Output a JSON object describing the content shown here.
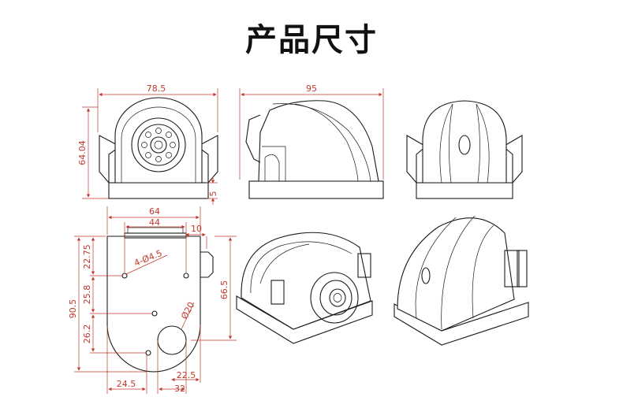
{
  "title": "产品尺寸",
  "colors": {
    "outline": "#1a1a1a",
    "dimension": "#c0392b"
  },
  "dimensions": {
    "front_width": "78.5",
    "front_height": "64.04",
    "side_width": "95",
    "base_height": "5",
    "bottom_width": "64",
    "hole_span": "44",
    "notch": "10",
    "holes": "4-Ø4.5",
    "total_height": "90.5",
    "seg_top": "22.75",
    "seg_mid": "25.8",
    "seg_low": "26.2",
    "side_height": "66.5",
    "lens_dia": "Ø20",
    "lens_offset": "22.5",
    "half_width": "24.5",
    "lens_span": "32"
  }
}
